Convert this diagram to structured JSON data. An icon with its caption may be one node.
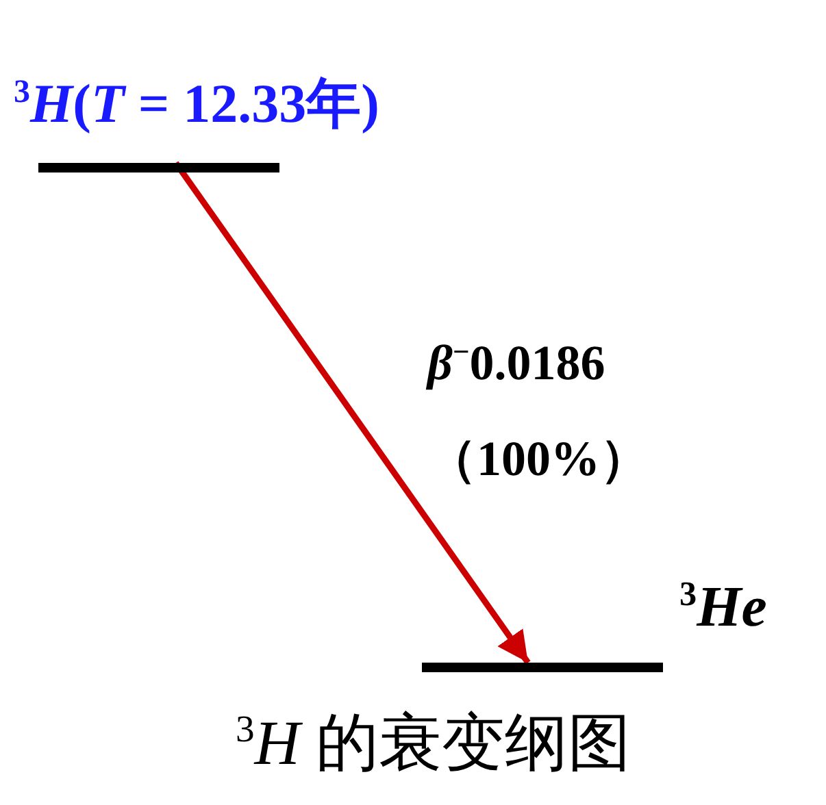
{
  "diagram": {
    "caption": "$^{3}$*H* 的衰变纲图",
    "nodes": [
      {
        "text": [
          "$^{3}$*H*(*T* = 12.33年)"
        ]
      },
      {
        "text": [],
        "shape": "bar",
        "beside": [
          "$^{3}$*He*"
        ]
      }
    ],
    "edges": [
      {
        "from": 0,
        "to": 1,
        "arrow": "to",
        "label": "*β*$^{−}$0.0186 （100%）",
        "color": "#cc0000"
      }
    ]
  }
}
